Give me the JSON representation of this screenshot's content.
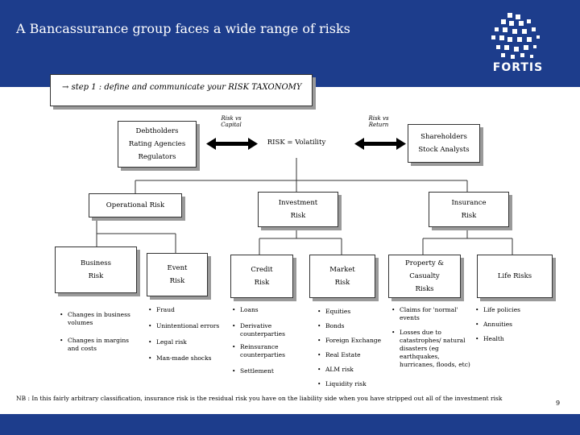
{
  "header": {
    "title": "A Bancassurance group faces a wide range of risks",
    "logo_text": "FORTIS"
  },
  "step": {
    "arrow": "→",
    "text": "step 1 : define and communicate your RISK TAXONOMY"
  },
  "top_row": {
    "left_box": [
      "Debtholders",
      "Rating Agencies",
      "Regulators"
    ],
    "center_label": "RISK = Volatility",
    "right_box": [
      "Shareholders",
      "Stock Analysts"
    ],
    "left_arrow_caption": [
      "Risk vs",
      "Capital"
    ],
    "right_arrow_caption": [
      "Risk vs",
      "Return"
    ]
  },
  "level2": {
    "operational": "Operational Risk",
    "investment": [
      "Investment",
      "Risk"
    ],
    "insurance": [
      "Insurance",
      "Risk"
    ]
  },
  "level3": {
    "business": [
      "Business",
      "Risk"
    ],
    "event": [
      "Event",
      "Risk"
    ],
    "credit": [
      "Credit",
      "Risk"
    ],
    "market": [
      "Market",
      "Risk"
    ],
    "property": [
      "Property & Casualty",
      "Risks"
    ],
    "life": "Life Risks"
  },
  "bullets": {
    "business": [
      "Changes in business volumes",
      "Changes in margins and costs"
    ],
    "event": [
      "Fraud",
      "Unintentional errors",
      "Legal risk",
      "Man-made shocks"
    ],
    "credit": [
      "Loans",
      "Derivative counterparties",
      "Reinsurance counterparties",
      "Settlement"
    ],
    "market": [
      "Equities",
      "Bonds",
      "Foreign Exchange",
      "Real Estate",
      "ALM risk",
      "Liquidity risk"
    ],
    "property": [
      "Claims for 'normal' events",
      "Losses due to catastrophes/ natural disasters (eg earthquakes, hurricanes, floods, etc)"
    ],
    "life": [
      "Life policies",
      "Annuities",
      "Health"
    ]
  },
  "footnote": "NB : In this fairly arbitrary classification, insurance risk is the residual risk you have on the liability side when you have stripped out all of the investment risk",
  "page_number": "9",
  "colors": {
    "header_bg": "#1d3d8c",
    "shadow": "#9a9a9a"
  }
}
